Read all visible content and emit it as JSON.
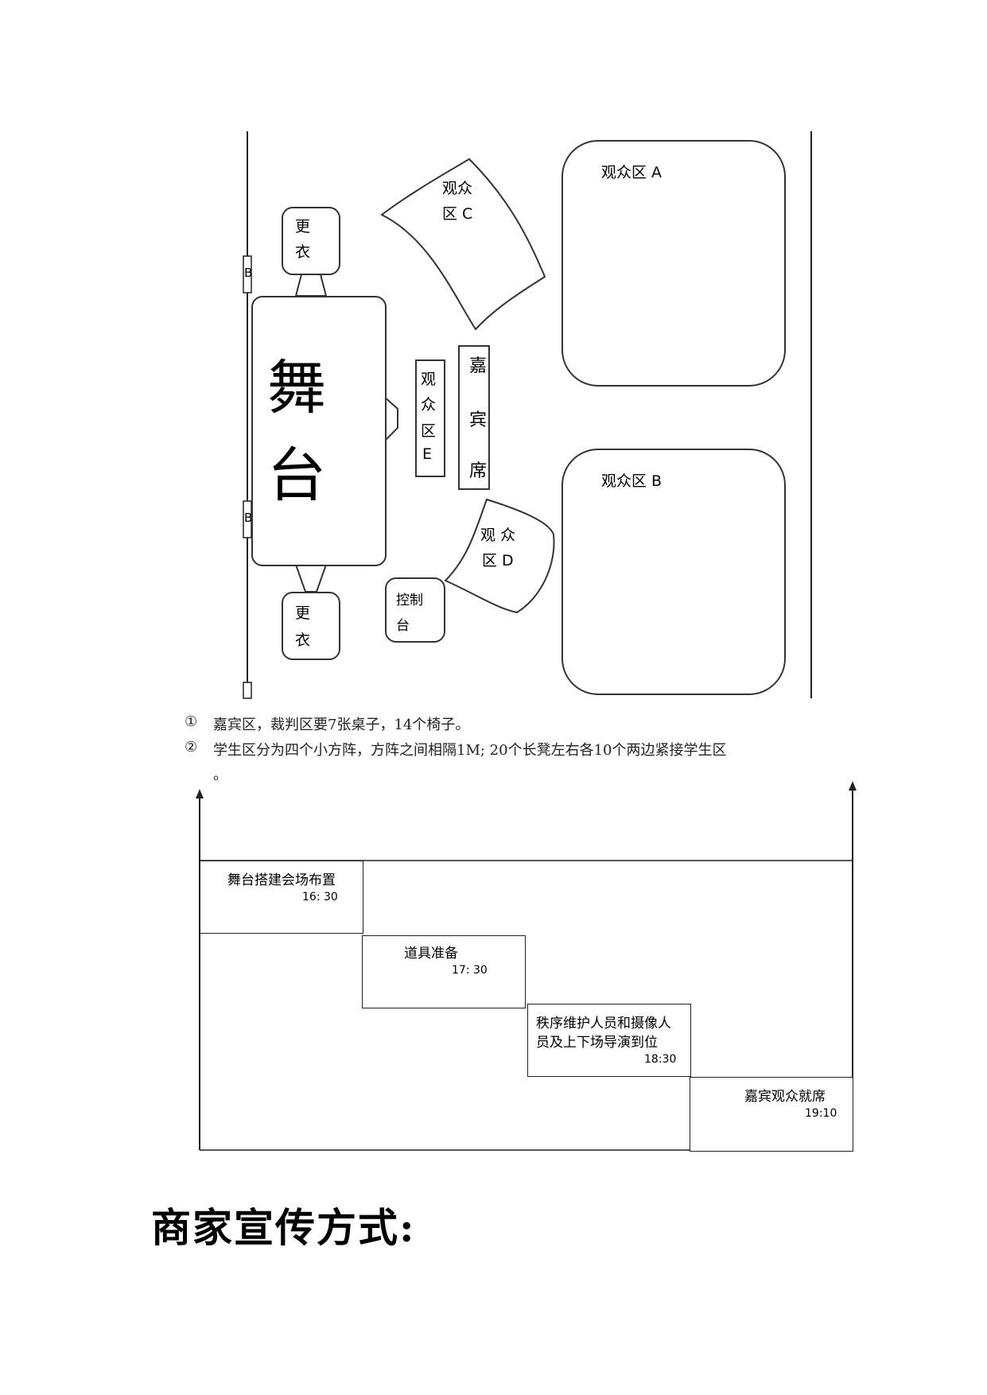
{
  "floorplan": {
    "stage_label_1": "舞",
    "stage_label_2": "台",
    "changing_label_1": "更",
    "changing_label_2": "衣",
    "side_marker": "B",
    "area_a": "观众区 A",
    "area_b": "观众区 B",
    "area_c_1": "观众",
    "area_c_2": "区 C",
    "area_d_1": "观 众",
    "area_d_2": "区 D",
    "area_e": [
      "观",
      "众",
      "区",
      "E"
    ],
    "guest": [
      "嘉",
      "宾",
      "席"
    ],
    "control_1": "控制",
    "control_2": "台"
  },
  "notes": [
    {
      "marker": "①",
      "text": "嘉宾区，裁判区要7张桌子，14个椅子。"
    },
    {
      "marker": "②",
      "text": "学生区分为四个小方阵，方阵之间相隔1M; 20个长凳左右各10个两边紧接学生区"
    },
    {
      "marker": "",
      "text": "。"
    }
  ],
  "timeline": [
    {
      "label": "舞台搭建会场布置",
      "time": "16: 30"
    },
    {
      "label": "道具准备",
      "time": "17: 30"
    },
    {
      "label_1": "秩序维护人员和摄像人",
      "label_2": "员及上下场导演到位",
      "time": "18:30"
    },
    {
      "label": "嘉宾观众就席",
      "time": "19:10"
    }
  ],
  "section_heading": "商家宣传方式:"
}
